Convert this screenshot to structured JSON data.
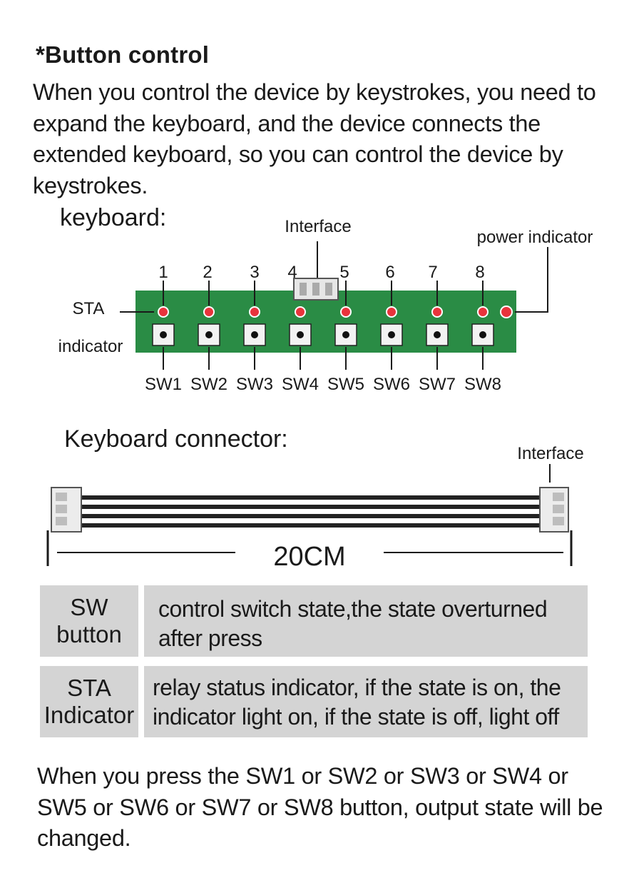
{
  "title": "*Button control",
  "intro": "When you control the device by keystrokes, you need to expand the keyboard, and the device connects the extended keyboard, so you can control the device by keystrokes.",
  "keyboard": {
    "heading": "keyboard:",
    "interface_label": "Interface",
    "power_label": "power indicator",
    "sta_label": "STA",
    "indicator_label": "indicator",
    "numbers": [
      "1",
      "2",
      "3",
      "4",
      "5",
      "6",
      "7",
      "8"
    ],
    "switches": [
      "SW1",
      "SW2",
      "SW3",
      "SW4",
      "SW5",
      "SW6",
      "SW7",
      "SW8"
    ],
    "board_color": "#2a8c45",
    "led_color": "#e8343c"
  },
  "connector": {
    "heading": "Keyboard connector:",
    "interface_label": "Interface",
    "length": "20CM"
  },
  "table": [
    {
      "key": [
        "SW",
        "button"
      ],
      "value": [
        "control switch state,the state overturned",
        "after press"
      ]
    },
    {
      "key": [
        "STA",
        "Indicator"
      ],
      "value": [
        "relay status indicator, if the state is on, the",
        "indicator light on, if the state is off, light off"
      ]
    }
  ],
  "footer": "When you press the SW1 or  SW2 or  SW3 or  SW4 or  SW5 or  SW6 or  SW7 or  SW8  button, output state will  be changed."
}
